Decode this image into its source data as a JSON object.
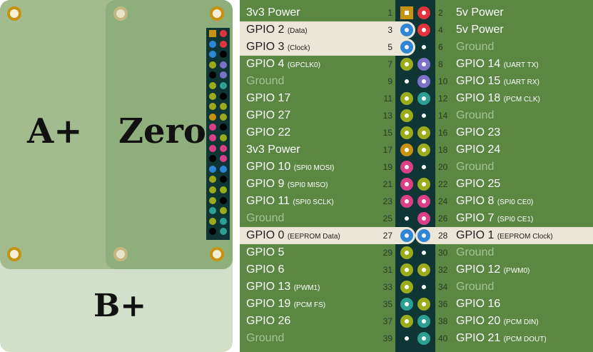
{
  "board": {
    "label_aplus": "A+",
    "label_zero": "Zero",
    "label_bplus": "B+"
  },
  "colors": {
    "power3v3": "#c8920f",
    "power5v": "#e3343e",
    "ground": "#0f3535",
    "i2c": "#2f86d4",
    "gpio": "#9aab1b",
    "uart": "#7b72c8",
    "pcm": "#2d9f93",
    "spi": "#db3f87",
    "eeprom": "#2f86d4"
  },
  "rows": [
    {
      "left": {
        "num": "1",
        "name": "3v3 Power",
        "sub": "",
        "type": "power3v3"
      },
      "right": {
        "num": "2",
        "name": "5v Power",
        "sub": "",
        "type": "power5v"
      },
      "hl": ""
    },
    {
      "left": {
        "num": "3",
        "name": "GPIO 2",
        "sub": "(Data)",
        "type": "i2c"
      },
      "right": {
        "num": "4",
        "name": "5v Power",
        "sub": "",
        "type": "power5v"
      },
      "hl": "left"
    },
    {
      "left": {
        "num": "5",
        "name": "GPIO 3",
        "sub": "(Clock)",
        "type": "i2c"
      },
      "right": {
        "num": "6",
        "name": "Ground",
        "sub": "",
        "type": "ground"
      },
      "hl": "left"
    },
    {
      "left": {
        "num": "7",
        "name": "GPIO 4",
        "sub": "(GPCLK0)",
        "type": "gpio"
      },
      "right": {
        "num": "8",
        "name": "GPIO 14",
        "sub": "(UART TX)",
        "type": "uart"
      },
      "hl": ""
    },
    {
      "left": {
        "num": "9",
        "name": "Ground",
        "sub": "",
        "type": "ground"
      },
      "right": {
        "num": "10",
        "name": "GPIO 15",
        "sub": "(UART RX)",
        "type": "uart"
      },
      "hl": ""
    },
    {
      "left": {
        "num": "11",
        "name": "GPIO 17",
        "sub": "",
        "type": "gpio"
      },
      "right": {
        "num": "12",
        "name": "GPIO 18",
        "sub": "(PCM CLK)",
        "type": "pcm"
      },
      "hl": ""
    },
    {
      "left": {
        "num": "13",
        "name": "GPIO 27",
        "sub": "",
        "type": "gpio"
      },
      "right": {
        "num": "14",
        "name": "Ground",
        "sub": "",
        "type": "ground"
      },
      "hl": ""
    },
    {
      "left": {
        "num": "15",
        "name": "GPIO 22",
        "sub": "",
        "type": "gpio"
      },
      "right": {
        "num": "16",
        "name": "GPIO 23",
        "sub": "",
        "type": "gpio"
      },
      "hl": ""
    },
    {
      "left": {
        "num": "17",
        "name": "3v3 Power",
        "sub": "",
        "type": "power3v3"
      },
      "right": {
        "num": "18",
        "name": "GPIO 24",
        "sub": "",
        "type": "gpio"
      },
      "hl": ""
    },
    {
      "left": {
        "num": "19",
        "name": "GPIO 10",
        "sub": "(SPI0 MOSI)",
        "type": "spi"
      },
      "right": {
        "num": "20",
        "name": "Ground",
        "sub": "",
        "type": "ground"
      },
      "hl": ""
    },
    {
      "left": {
        "num": "21",
        "name": "GPIO 9",
        "sub": "(SPI0 MISO)",
        "type": "spi"
      },
      "right": {
        "num": "22",
        "name": "GPIO 25",
        "sub": "",
        "type": "gpio"
      },
      "hl": ""
    },
    {
      "left": {
        "num": "23",
        "name": "GPIO 11",
        "sub": "(SPI0 SCLK)",
        "type": "spi"
      },
      "right": {
        "num": "24",
        "name": "GPIO 8",
        "sub": "(SPI0 CE0)",
        "type": "spi"
      },
      "hl": ""
    },
    {
      "left": {
        "num": "25",
        "name": "Ground",
        "sub": "",
        "type": "ground"
      },
      "right": {
        "num": "26",
        "name": "GPIO 7",
        "sub": "(SPI0 CE1)",
        "type": "spi"
      },
      "hl": ""
    },
    {
      "left": {
        "num": "27",
        "name": "GPIO 0",
        "sub": "(EEPROM Data)",
        "type": "eeprom"
      },
      "right": {
        "num": "28",
        "name": "GPIO 1",
        "sub": "(EEPROM Clock)",
        "type": "eeprom"
      },
      "hl": "both"
    },
    {
      "left": {
        "num": "29",
        "name": "GPIO 5",
        "sub": "",
        "type": "gpio"
      },
      "right": {
        "num": "30",
        "name": "Ground",
        "sub": "",
        "type": "ground"
      },
      "hl": ""
    },
    {
      "left": {
        "num": "31",
        "name": "GPIO 6",
        "sub": "",
        "type": "gpio"
      },
      "right": {
        "num": "32",
        "name": "GPIO 12",
        "sub": "(PWM0)",
        "type": "gpio"
      },
      "hl": ""
    },
    {
      "left": {
        "num": "33",
        "name": "GPIO 13",
        "sub": "(PWM1)",
        "type": "gpio"
      },
      "right": {
        "num": "34",
        "name": "Ground",
        "sub": "",
        "type": "ground"
      },
      "hl": ""
    },
    {
      "left": {
        "num": "35",
        "name": "GPIO 19",
        "sub": "(PCM FS)",
        "type": "pcm"
      },
      "right": {
        "num": "36",
        "name": "GPIO 16",
        "sub": "",
        "type": "gpio"
      },
      "hl": ""
    },
    {
      "left": {
        "num": "37",
        "name": "GPIO 26",
        "sub": "",
        "type": "gpio"
      },
      "right": {
        "num": "38",
        "name": "GPIO 20",
        "sub": "(PCM DIN)",
        "type": "pcm"
      },
      "hl": ""
    },
    {
      "left": {
        "num": "39",
        "name": "Ground",
        "sub": "",
        "type": "ground"
      },
      "right": {
        "num": "40",
        "name": "GPIO 21",
        "sub": "(PCM DOUT)",
        "type": "pcm"
      },
      "hl": ""
    }
  ]
}
